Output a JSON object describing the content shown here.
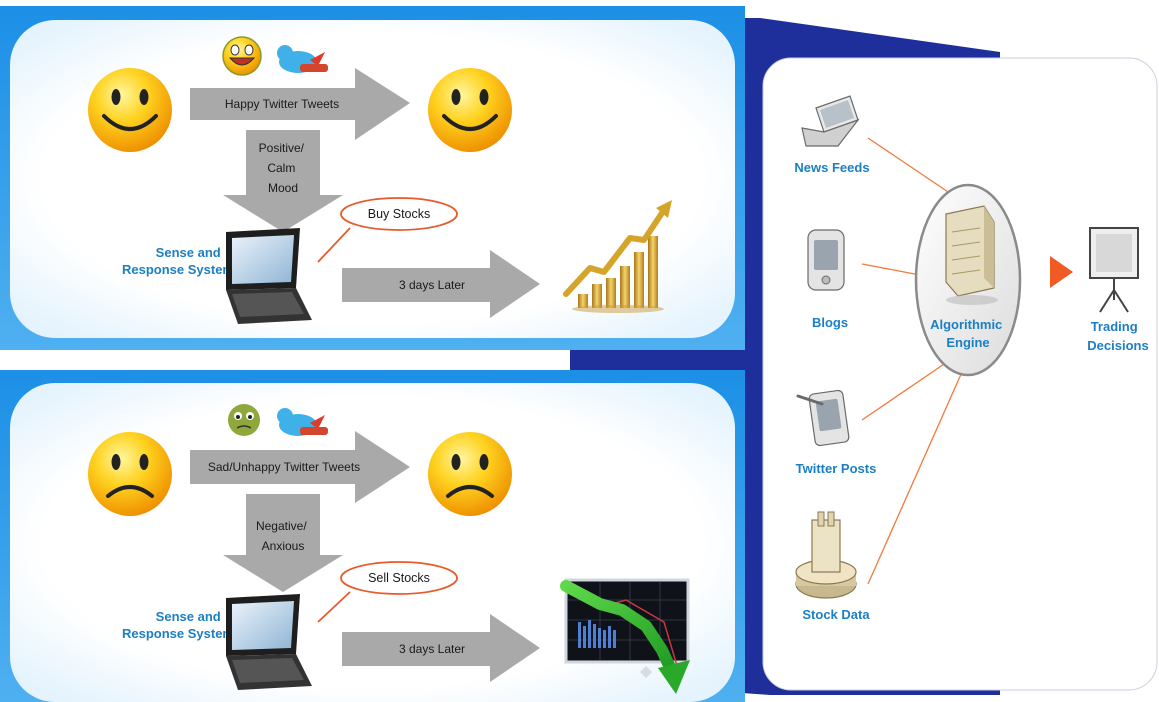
{
  "colors": {
    "panel_blue": "#2a8fe0",
    "panel_navy": "#1e2f9c",
    "arrow_gray": "#a9a9a9",
    "label_blue": "#1c7fc4",
    "connector_orange": "#f07a3c"
  },
  "top_panel": {
    "emoji_icons": [
      "smiley-face-icon",
      "twitter-bird-icon"
    ],
    "left_face": "happy-face-icon",
    "right_face": "happy-face-icon",
    "tweets_arrow_label": "Happy Twitter Tweets",
    "mood_arrow_label_lines": [
      "Positive/",
      "Calm",
      "Mood"
    ],
    "system_label_lines": [
      "Sense and",
      "Response System"
    ],
    "bubble_text": "Buy Stocks",
    "later_arrow_label": "3 days Later",
    "result_icon": "rising-coin-stacks-icon"
  },
  "bottom_panel": {
    "emoji_icons": [
      "sick-face-icon",
      "twitter-bird-icon"
    ],
    "left_face": "sad-face-icon",
    "right_face": "sad-face-icon",
    "tweets_arrow_label": "Sad/Unhappy Twitter Tweets",
    "mood_arrow_label_lines": [
      "Negative/",
      "Anxious"
    ],
    "system_label_lines": [
      "Sense and",
      "Response System"
    ],
    "bubble_text": "Sell Stocks",
    "later_arrow_label": "3 days Later",
    "result_icon": "falling-stock-chart-icon"
  },
  "engine_panel": {
    "sources": [
      {
        "label": "News Feeds",
        "icon": "laptop-icon"
      },
      {
        "label": "Blogs",
        "icon": "pda-icon"
      },
      {
        "label": "Twitter Posts",
        "icon": "handheld-device-icon"
      },
      {
        "label": "Stock Data",
        "icon": "stock-data-column-icon"
      }
    ],
    "engine_label_lines": [
      "Algorithmic",
      "Engine"
    ],
    "output_label_lines": [
      "Trading",
      "Decisions"
    ],
    "output_icon": "presentation-screen-icon"
  }
}
